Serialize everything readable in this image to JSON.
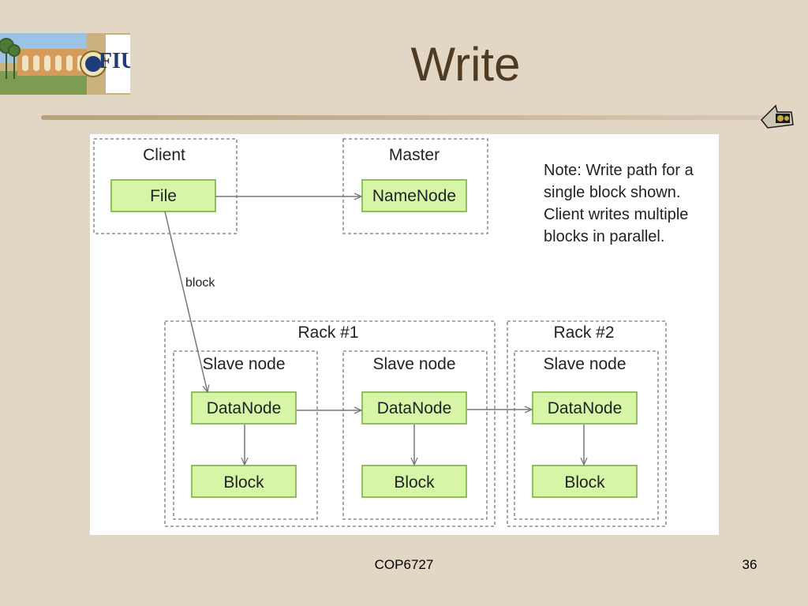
{
  "slide": {
    "title": "Write",
    "course": "COP6727",
    "page": "36",
    "logo_text": "FIU",
    "emblem_icon": "purdue-train-emblem-icon"
  },
  "diagram": {
    "note": [
      "Note: Write path for a",
      "single block shown.",
      "Client writes multiple",
      "blocks in parallel."
    ],
    "client_group": "Client",
    "master_group": "Master",
    "rack1": "Rack #1",
    "rack2": "Rack #2",
    "file": "File",
    "namenode": "NameNode",
    "edge_label": "block",
    "slave_label": "Slave node",
    "datanode": "DataNode",
    "block": "Block"
  },
  "colors": {
    "background": "#e2d6c5",
    "title": "#4f3b22",
    "node_fill": "#d6f5a6",
    "node_border": "#8fbf5a"
  }
}
